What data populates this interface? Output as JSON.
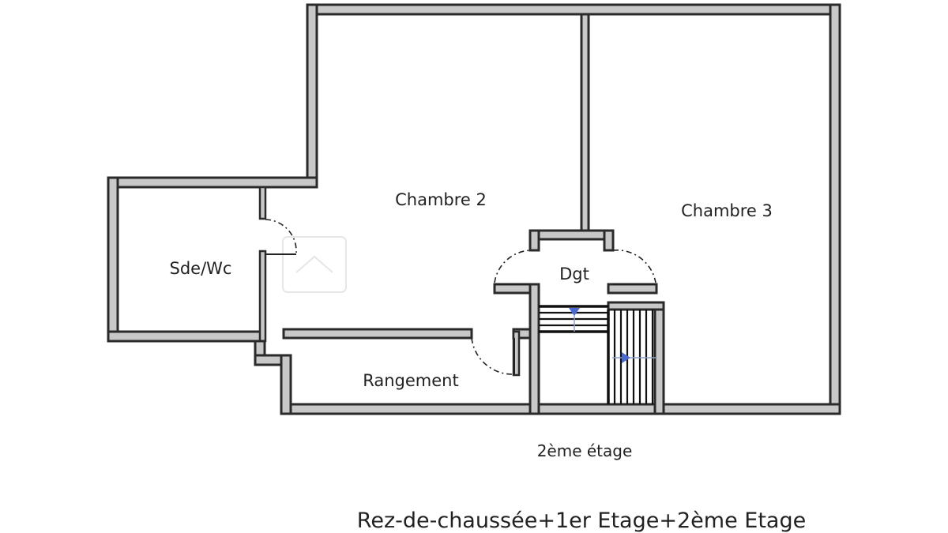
{
  "rooms": {
    "chambre2": "Chambre 2",
    "chambre3": "Chambre 3",
    "sde_wc": "Sde/Wc",
    "dgt": "Dgt",
    "rangement": "Rangement"
  },
  "floor_caption": "2ème étage",
  "levels_caption": "Rez-de-chaussée+1er Etage+2ème Etage",
  "colors": {
    "wall_fill": "#c8c8c8",
    "wall_outline": "#2a2a2a",
    "stair_arrow": "#4a6ad0"
  }
}
